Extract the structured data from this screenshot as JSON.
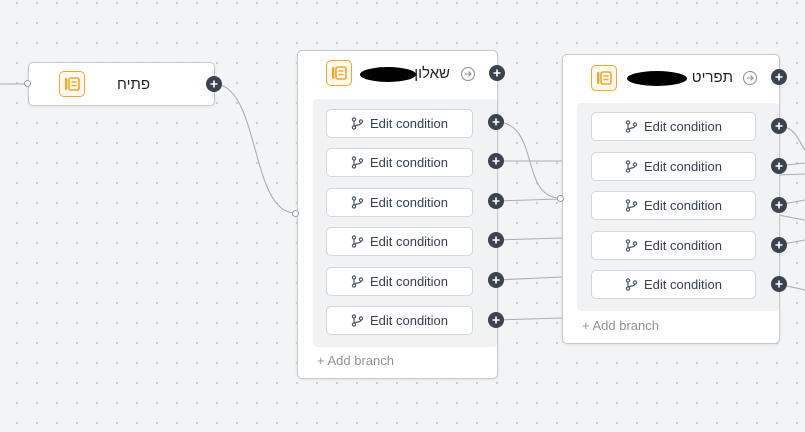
{
  "nodes": {
    "start": {
      "title": "פתיח",
      "icon": "form-icon"
    },
    "questionnaire": {
      "title": "שאלון",
      "icon": "form-icon",
      "conditions": [
        "Edit condition",
        "Edit condition",
        "Edit condition",
        "Edit condition",
        "Edit condition",
        "Edit condition"
      ],
      "add_branch": "+ Add branch"
    },
    "menu": {
      "title": "תפריט",
      "icon": "form-icon",
      "conditions": [
        "Edit condition",
        "Edit condition",
        "Edit condition",
        "Edit condition",
        "Edit condition"
      ],
      "add_branch": "+ Add branch"
    }
  },
  "colors": {
    "accent": "#f5a623",
    "connector": "#3b4250",
    "wire": "#a9adb4",
    "canvas": "#f3f4f6"
  }
}
